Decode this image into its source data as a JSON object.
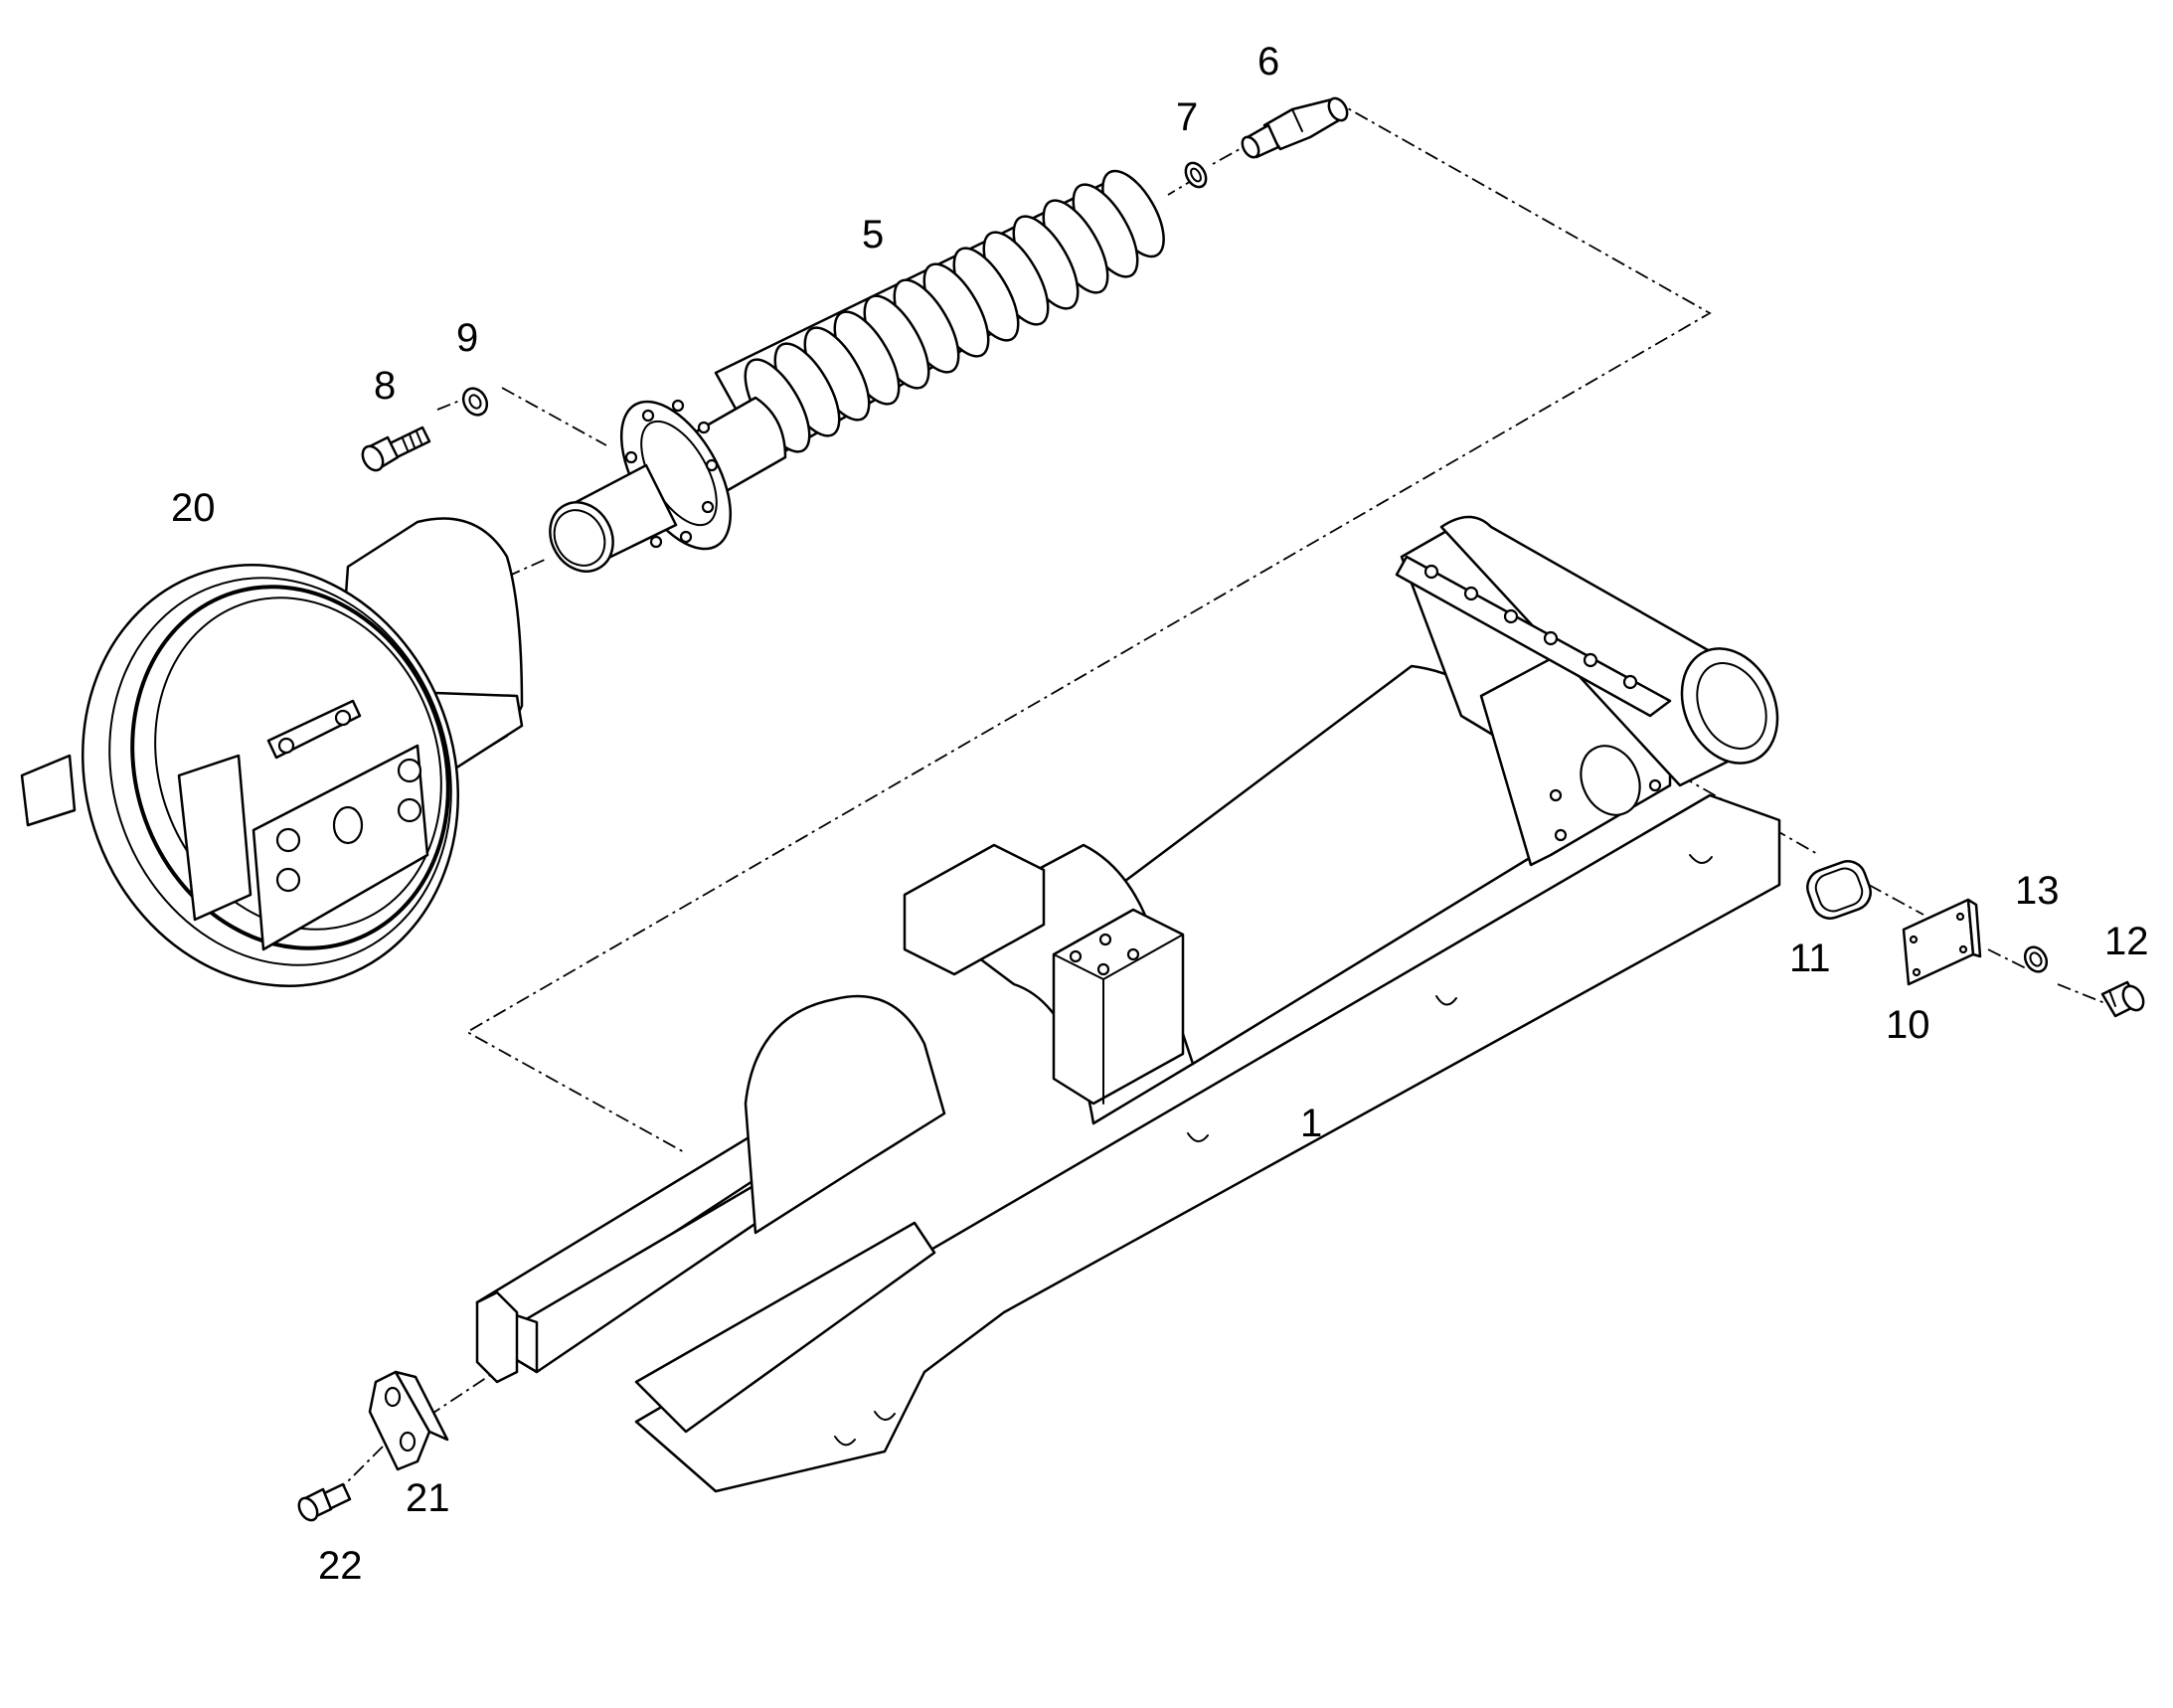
{
  "callouts": {
    "c1": "1",
    "c5": "5",
    "c6": "6",
    "c7": "7",
    "c8": "8",
    "c9": "9",
    "c10": "10",
    "c11": "11",
    "c12": "12",
    "c13": "13",
    "c20": "20",
    "c21": "21",
    "c22": "22"
  }
}
